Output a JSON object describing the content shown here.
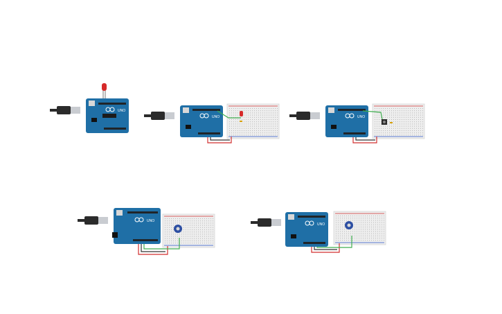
{
  "canvas": {
    "background": "#ffffff"
  },
  "board": {
    "label": "UNO",
    "color": "#1f6fa6",
    "header_color": "#202428"
  },
  "colors": {
    "cable": "#2b2b2b",
    "usb_metal": "#c9ccd1",
    "breadboard": "#eeeeee",
    "breadboard_hole": "#b8b8b8",
    "rail_red": "#d12f2f",
    "rail_blue": "#2a55c9",
    "wire_red": "#d12f2f",
    "wire_green": "#3fae4f",
    "wire_black": "#333333",
    "led_red": "#d62a2a",
    "pot_blue": "#2d4fa3"
  },
  "circuits": [
    {
      "id": "blink-led",
      "breadboard": false,
      "component": "led"
    },
    {
      "id": "breadboard-led",
      "breadboard": true,
      "component": "led"
    },
    {
      "id": "breadboard-button",
      "breadboard": true,
      "component": "pushbutton"
    },
    {
      "id": "potentiometer-1",
      "breadboard": true,
      "component": "potentiometer"
    },
    {
      "id": "potentiometer-2",
      "breadboard": true,
      "component": "potentiometer"
    }
  ]
}
